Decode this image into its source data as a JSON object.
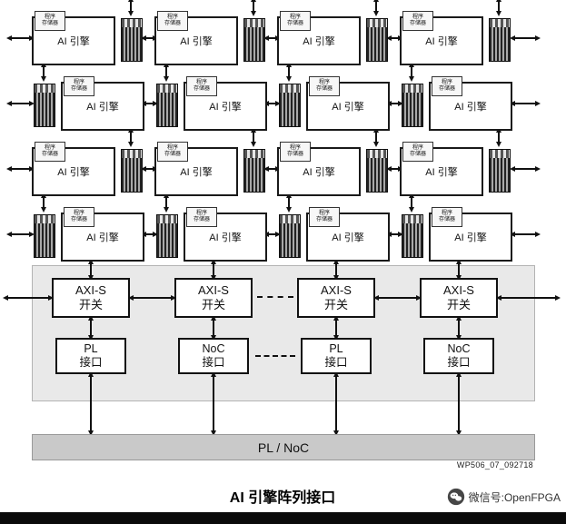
{
  "grid": {
    "rows": 4,
    "cols": 4,
    "tile": {
      "engine_label": "AI 引擎",
      "program_memory_line1": "程序",
      "program_memory_line2": "存储器"
    }
  },
  "panel": {
    "switches": [
      {
        "line1": "AXI-S",
        "line2": "开关"
      },
      {
        "line1": "AXI-S",
        "line2": "开关"
      },
      {
        "line1": "AXI-S",
        "line2": "开关"
      },
      {
        "line1": "AXI-S",
        "line2": "开关"
      }
    ],
    "interfaces": [
      {
        "line1": "PL",
        "line2": "接口"
      },
      {
        "line1": "NoC",
        "line2": "接口"
      },
      {
        "line1": "PL",
        "line2": "接口"
      },
      {
        "line1": "NoC",
        "line2": "接口"
      }
    ]
  },
  "bus": {
    "label": "PL / NoC"
  },
  "watermark": "WP506_07_092718",
  "caption": "AI 引擎阵列接口",
  "footer": {
    "wechat": "微信号:OpenFPGA"
  },
  "colors": {
    "panel_bg": "#e9e9e9",
    "bus_bg": "#c9c9c9",
    "line": "#111111"
  }
}
